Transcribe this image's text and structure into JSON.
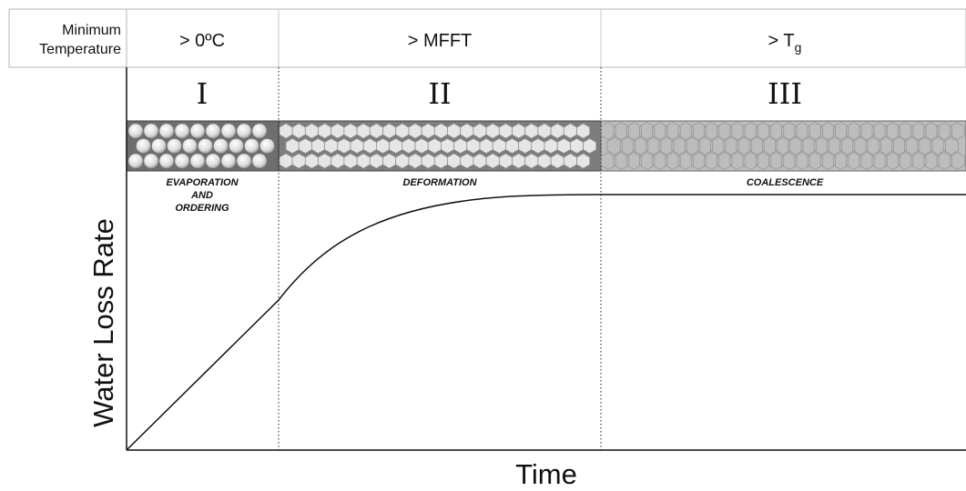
{
  "header": {
    "row_label_line1": "Minimum",
    "row_label_line2": "Temperature",
    "temps": [
      {
        "text": "> 0ºC"
      },
      {
        "text": "> MFFT"
      },
      {
        "text": "> T",
        "sub": "g"
      }
    ]
  },
  "stages": [
    {
      "numeral": "I",
      "label_lines": [
        "EVAPORATION",
        "AND",
        "ORDERING"
      ]
    },
    {
      "numeral": "II",
      "label_lines": [
        "DEFORMATION"
      ]
    },
    {
      "numeral": "III",
      "label_lines": [
        "COALESCENCE"
      ]
    }
  ],
  "axes": {
    "ylabel": "Water Loss Rate",
    "xlabel": "Time"
  },
  "colors": {
    "stage1_band": "#6e6e6e",
    "stage2_band": "#7d7d7d",
    "stage3_band": "#bdbdbd",
    "particle": "#e4e4e4",
    "line": "#111111"
  }
}
